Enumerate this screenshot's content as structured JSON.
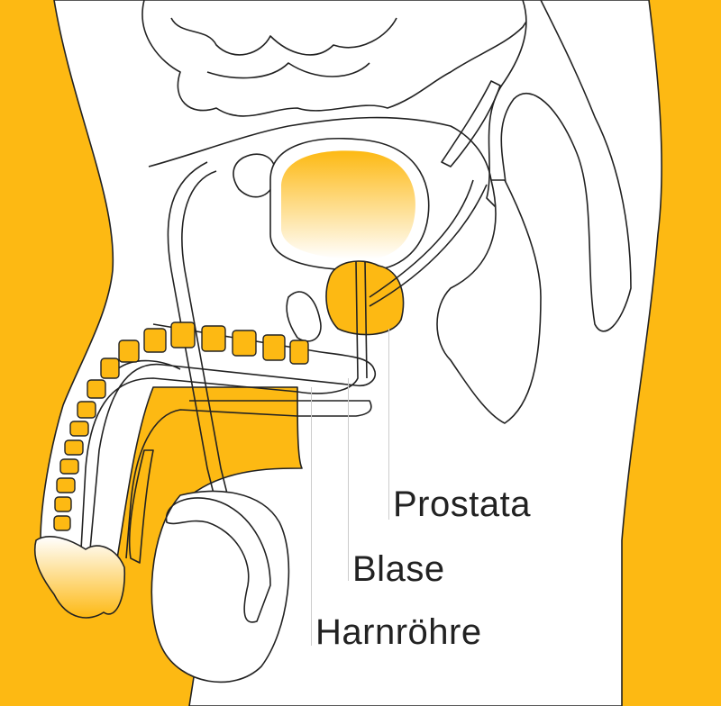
{
  "title": "Anatomie Mann – Prostata, Blase, Harnröhre",
  "labels": {
    "prostata": "Prostata",
    "blase": "Blase",
    "harnroehre": "Harnröhre"
  },
  "colors": {
    "background": "#FDB913",
    "highlight": "#FDB913",
    "outline": "#222222",
    "body": "#FFFFFF"
  }
}
